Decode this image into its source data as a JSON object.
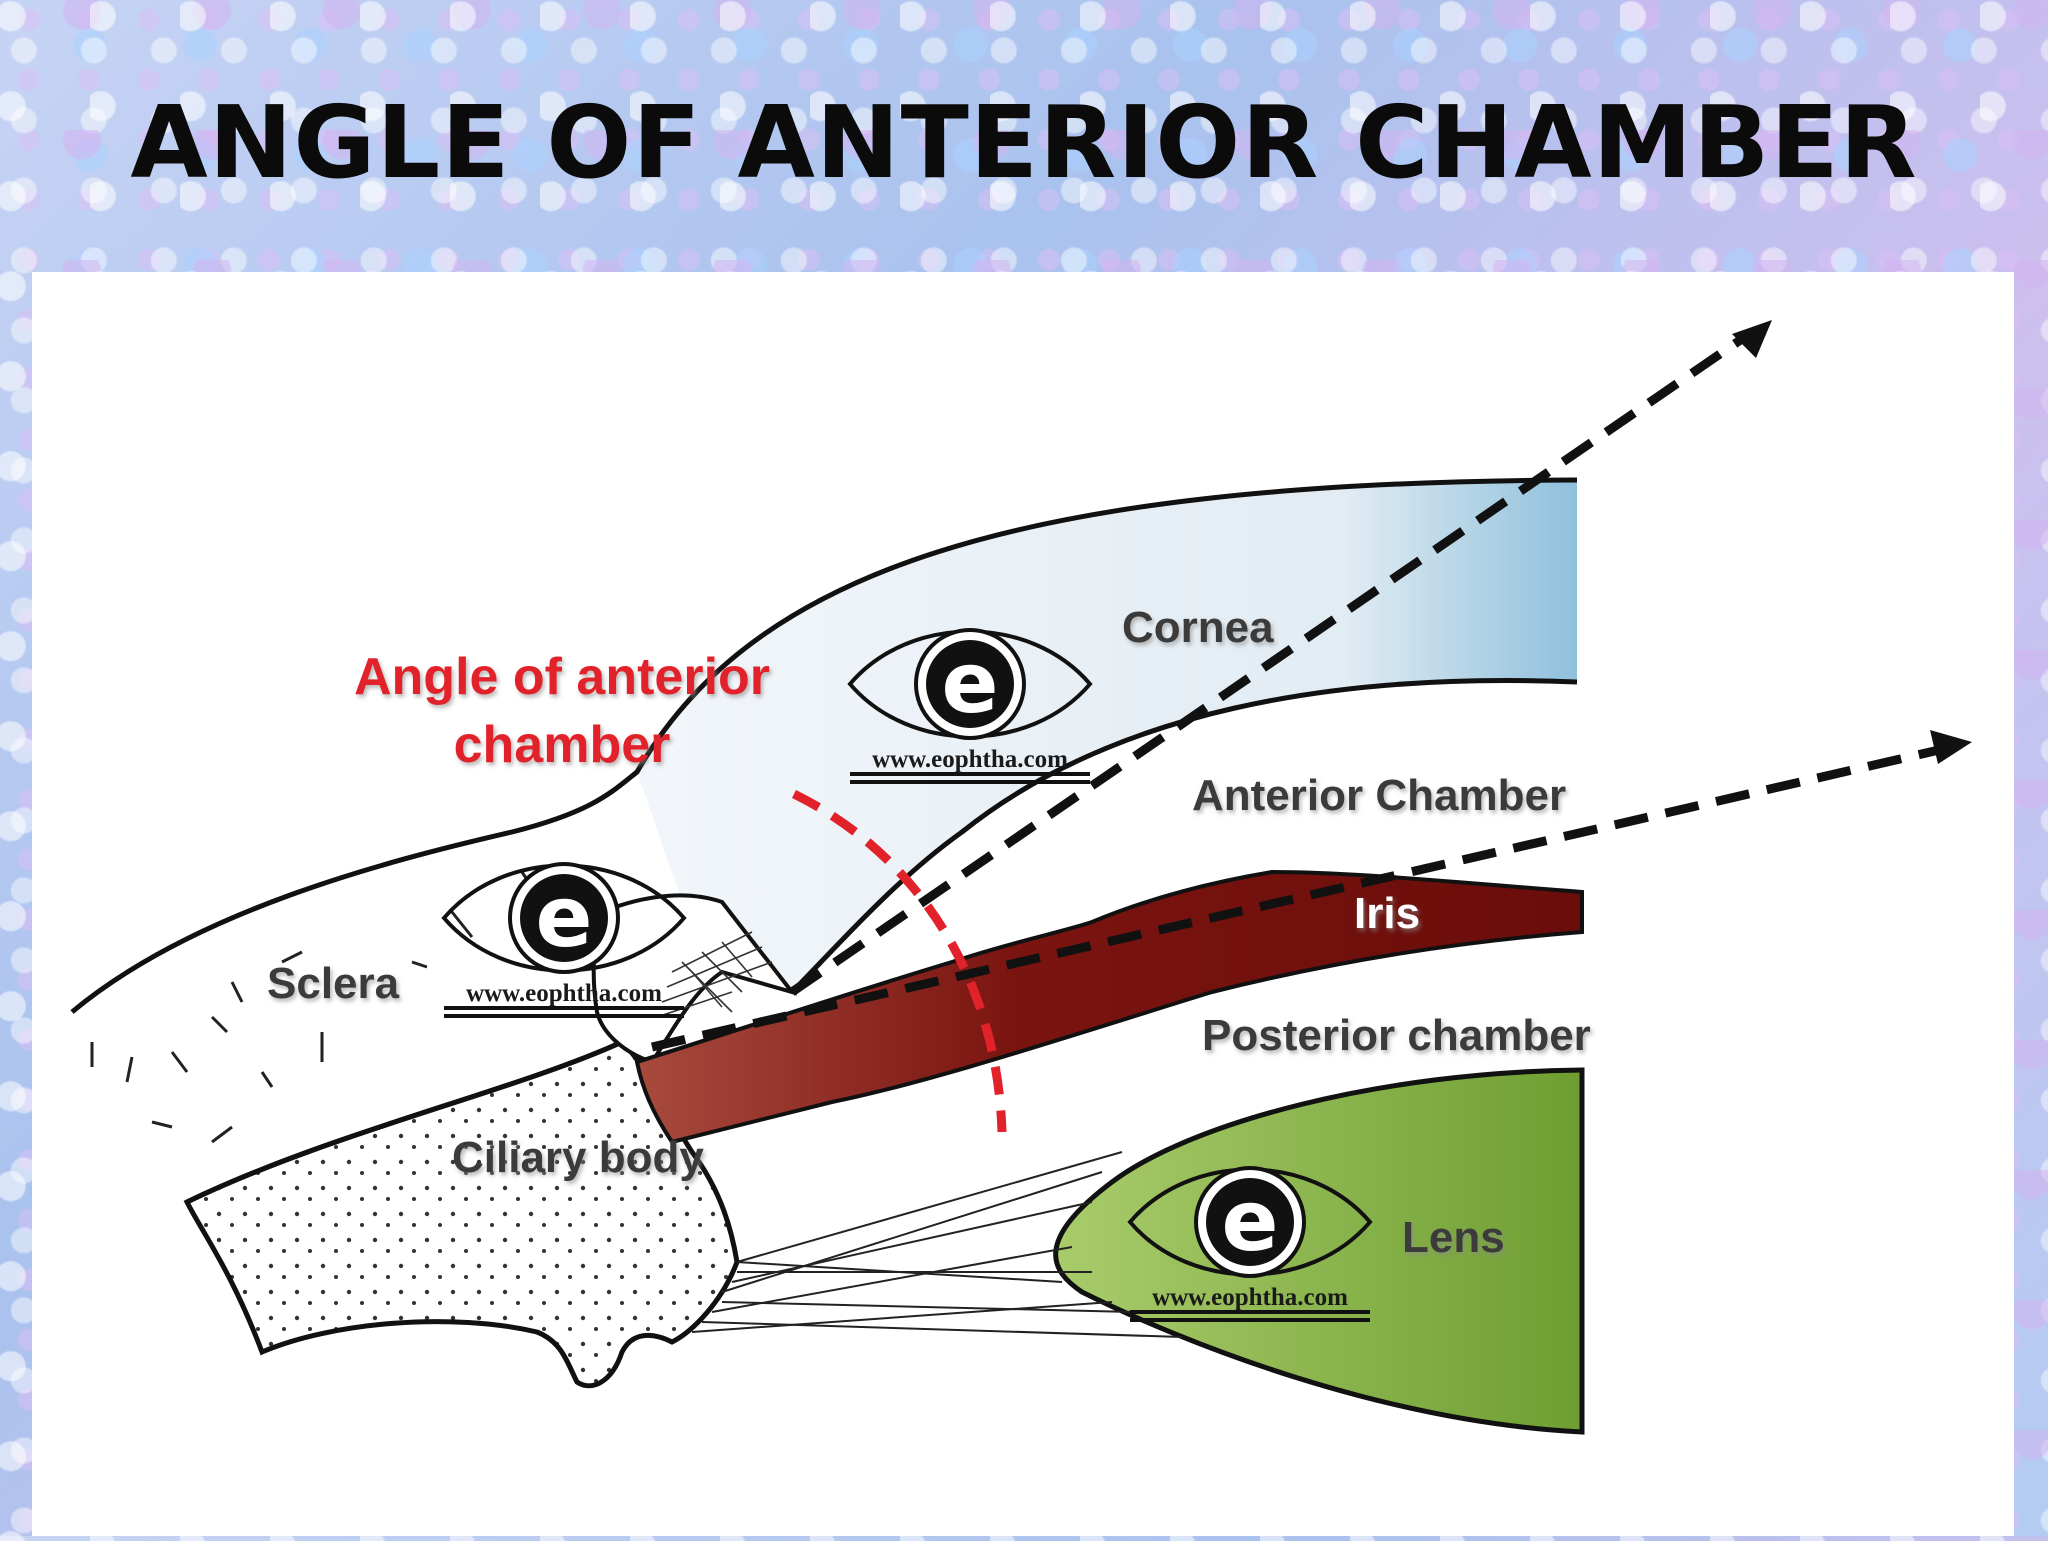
{
  "title": "ANGLE OF ANTERIOR CHAMBER",
  "labels": {
    "angle_line1": "Angle of anterior",
    "angle_line2": "chamber",
    "cornea": "Cornea",
    "anterior_chamber": "Anterior Chamber",
    "iris": "Iris",
    "sclera": "Sclera",
    "posterior_chamber": "Posterior chamber",
    "ciliary_body": "Ciliary body",
    "lens": "Lens"
  },
  "watermark": {
    "url": "www.eophtha.com",
    "logo_letter": "e"
  },
  "colors": {
    "angle_label": "#e2222a",
    "cornea": "#e8f0f6",
    "iris": "#7a1410",
    "lens": "#7aa83a",
    "dashed_arc": "#e2222a"
  },
  "icons": [
    "eophtha-logo-icon",
    "arrowhead-icon"
  ]
}
